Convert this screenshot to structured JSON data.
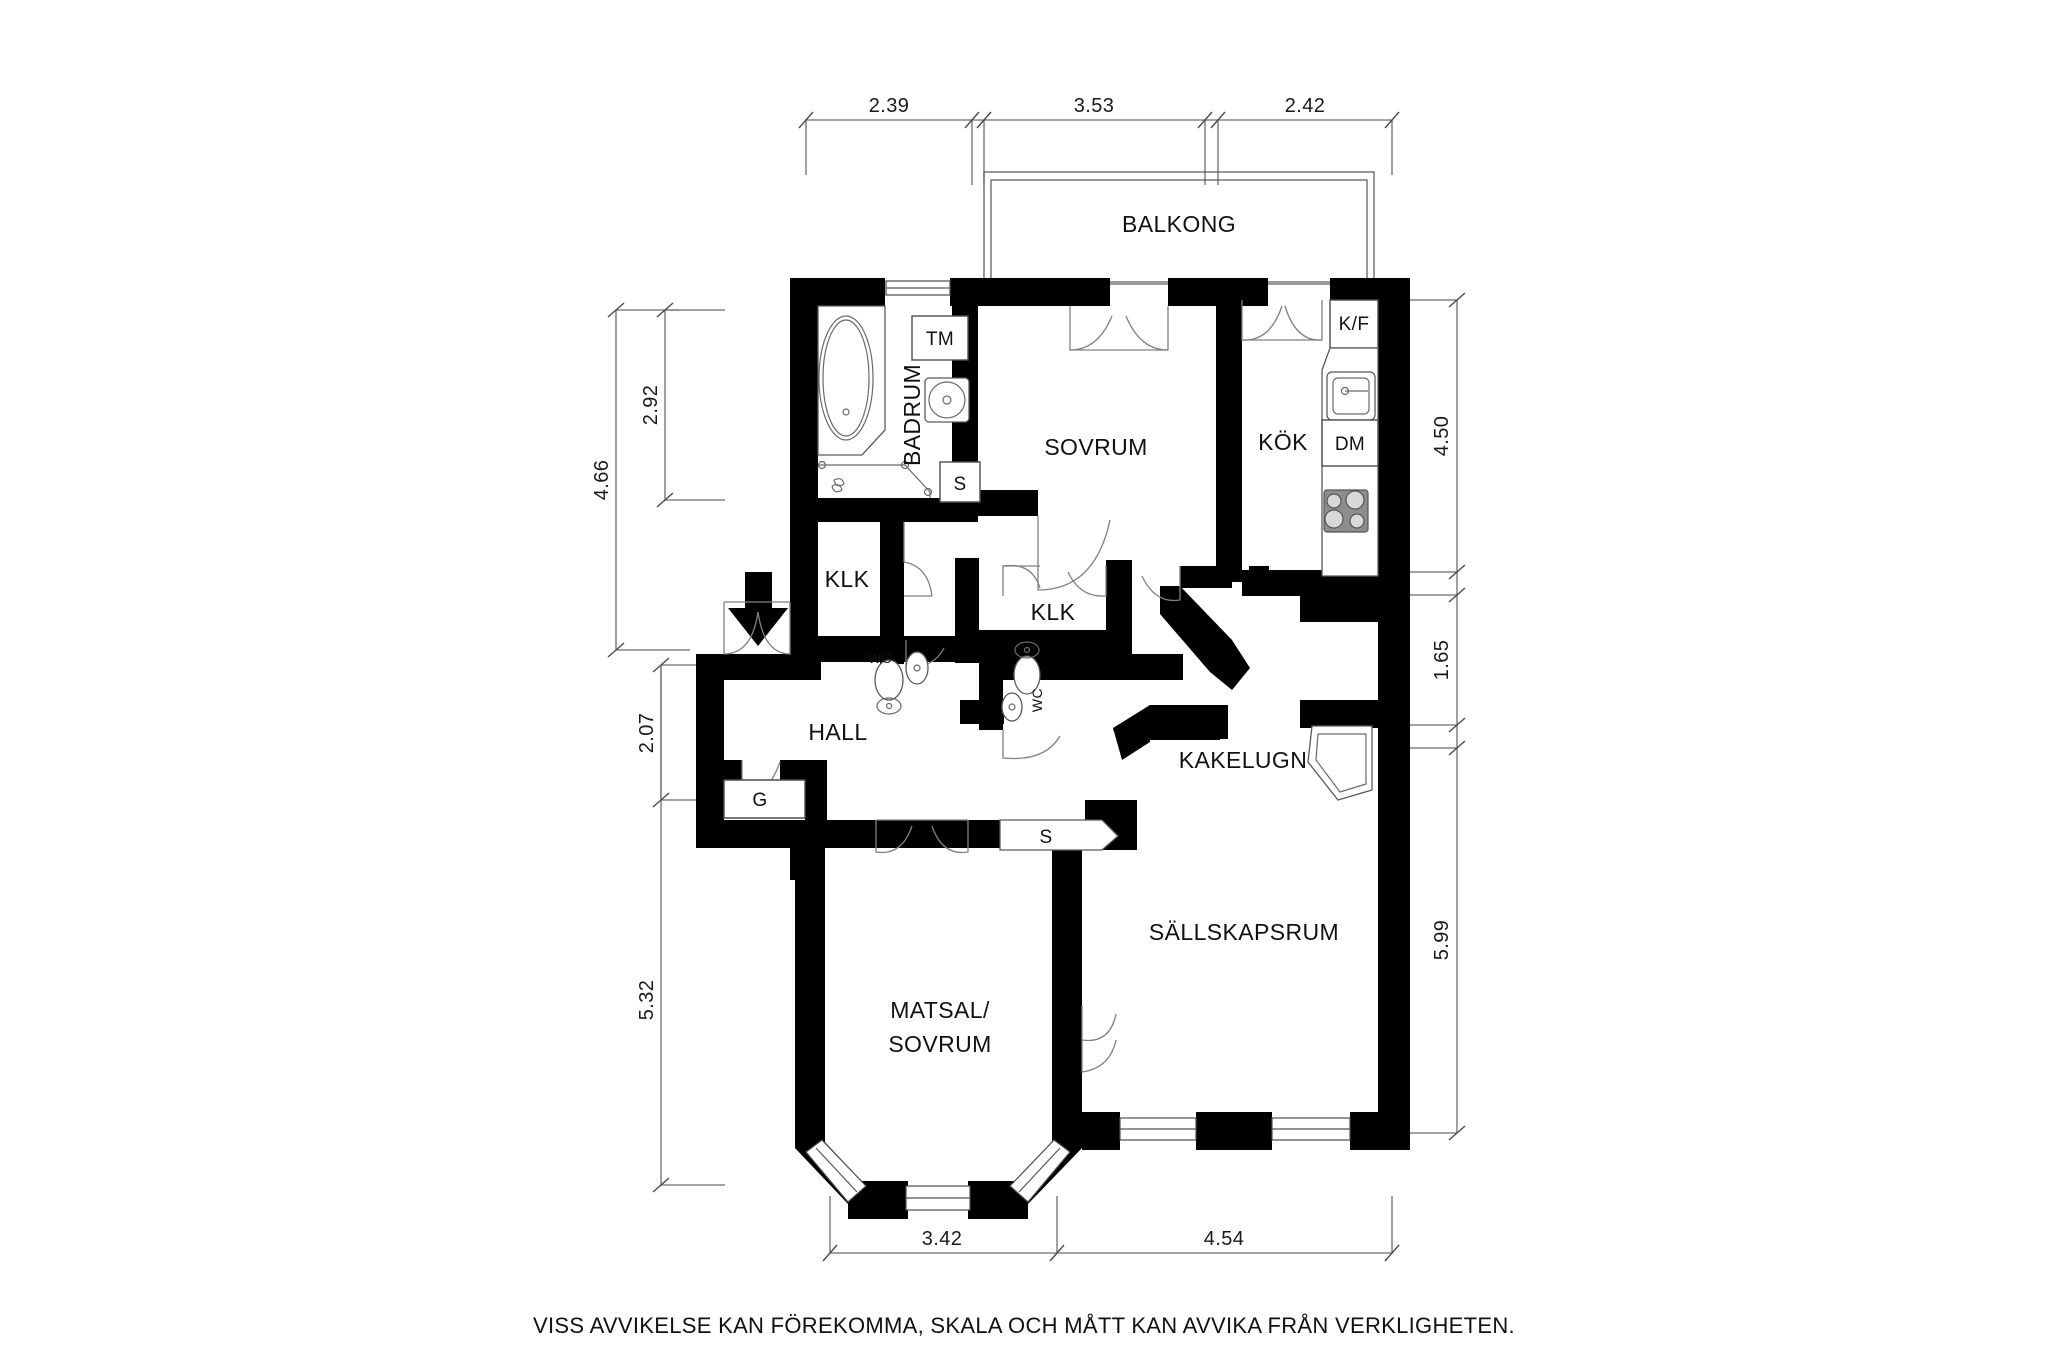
{
  "document": {
    "type": "floor-plan",
    "caption": "VISS AVVIKELSE KAN FÖREKOMMA, SKALA OCH MÅTT KAN AVVIKA FRÅN VERKLIGHETEN."
  },
  "rooms": [
    {
      "id": "balkong",
      "label": "BALKONG"
    },
    {
      "id": "badrum",
      "label": "BADRUM"
    },
    {
      "id": "sovrum",
      "label": "SOVRUM"
    },
    {
      "id": "kok",
      "label": "KÖK"
    },
    {
      "id": "klk_left",
      "label": "KLK"
    },
    {
      "id": "klk_right",
      "label": "KLK"
    },
    {
      "id": "hall",
      "label": "HALL"
    },
    {
      "id": "kakelugn",
      "label": "KAKELUGN"
    },
    {
      "id": "sallskapsrum",
      "label": "SÄLLSKAPSRUM"
    },
    {
      "id": "matsal_sovrum_line1",
      "label": "MATSAL/"
    },
    {
      "id": "matsal_sovrum_line2",
      "label": "SOVRUM"
    }
  ],
  "fixtures": [
    {
      "id": "tm",
      "label": "TM"
    },
    {
      "id": "kf",
      "label": "K/F"
    },
    {
      "id": "dm",
      "label": "DM"
    },
    {
      "id": "s_badrum",
      "label": "S"
    },
    {
      "id": "s_hall",
      "label": "S"
    },
    {
      "id": "g_hall",
      "label": "G"
    },
    {
      "id": "wc_left",
      "label": "WC"
    },
    {
      "id": "wc_right",
      "label": "WC"
    }
  ],
  "dimensions": {
    "top": [
      {
        "id": "top-1",
        "value": "2.39"
      },
      {
        "id": "top-2",
        "value": "3.53"
      },
      {
        "id": "top-3",
        "value": "2.42"
      }
    ],
    "bottom": [
      {
        "id": "bottom-1",
        "value": "3.42"
      },
      {
        "id": "bottom-2",
        "value": "4.54"
      }
    ],
    "left_outer": [
      {
        "id": "left-outer-1",
        "value": "4.66"
      },
      {
        "id": "left-outer-2",
        "value": "5.32"
      }
    ],
    "left_inner": [
      {
        "id": "left-inner-1",
        "value": "2.92"
      },
      {
        "id": "left-inner-2",
        "value": "2.07"
      }
    ],
    "right": [
      {
        "id": "right-1",
        "value": "4.50"
      },
      {
        "id": "right-2",
        "value": "1.65"
      },
      {
        "id": "right-3",
        "value": "5.99"
      }
    ]
  },
  "colors": {
    "wall": "#000000",
    "background": "#ffffff",
    "text": "#111111",
    "dimension_line": "#6e6e6e",
    "fixture_stroke": "#5a5a5a"
  },
  "markers": {
    "entrance_arrow": "entrance-arrow-icon"
  }
}
